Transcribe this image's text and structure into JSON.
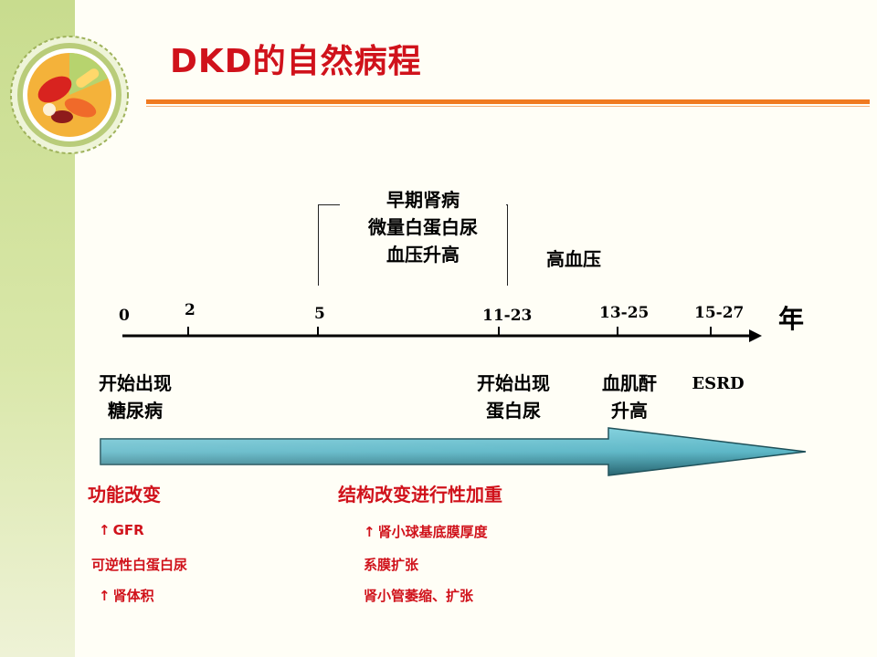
{
  "title": "DKD的自然病程",
  "bracket": {
    "lines": [
      "早期肾病",
      "微量白蛋白尿",
      "血压升高"
    ]
  },
  "hypertension_label": "高血压",
  "timeline": {
    "unit": "年",
    "ticks": [
      "0",
      "2",
      "5",
      "11-23",
      "13-25",
      "15-27"
    ]
  },
  "events": {
    "diabetes": [
      "开始出现",
      "糖尿病"
    ],
    "proteinuria": [
      "开始出现",
      "蛋白尿"
    ],
    "creatinine": [
      "血肌酐",
      "升高"
    ],
    "esrd": "ESRD"
  },
  "functional": {
    "heading": "功能改变",
    "items": [
      {
        "arrow": "↑",
        "text": "GFR"
      },
      {
        "arrow": "",
        "text": "可逆性白蛋白尿"
      },
      {
        "arrow": "↑",
        "text": "肾体积"
      }
    ]
  },
  "structural": {
    "heading": "结构改变进行性加重",
    "items": [
      {
        "arrow": "↑",
        "text": "肾小球基底膜厚度"
      },
      {
        "arrow": "",
        "text": "系膜扩张"
      },
      {
        "arrow": "",
        "text": "肾小管萎缩、扩张"
      }
    ]
  },
  "colors": {
    "title_red": "#d0121b",
    "rule_orange": "#f07a20",
    "band_green": "#c8dc8e",
    "arrow_teal": "#2f8c9a"
  },
  "logo_icon": "pills-icon"
}
